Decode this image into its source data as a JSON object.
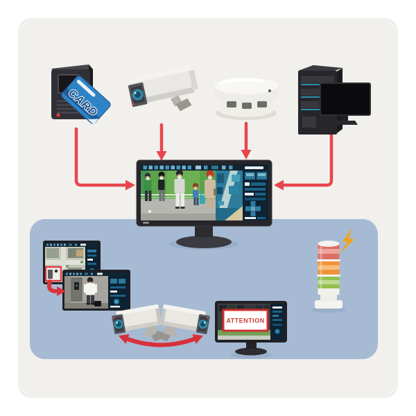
{
  "diagram": {
    "title_hint": "security-surveillance-system-diagram",
    "card_reader": {
      "card_label": "CARD"
    },
    "alert_monitor": {
      "popup_label": "ATTENTION"
    },
    "components": [
      {
        "id": "card-reader",
        "icon": "card-reader-icon"
      },
      {
        "id": "cctv-camera",
        "icon": "surveillance-camera-icon"
      },
      {
        "id": "smoke-detector",
        "icon": "smoke-detector-icon"
      },
      {
        "id": "server-with-monitor",
        "icon": "server-icon"
      },
      {
        "id": "main-surveillance-monitor",
        "icon": "monitor-icon"
      },
      {
        "id": "overview-monitor",
        "icon": "monitor-grid-icon"
      },
      {
        "id": "zoomed-monitor",
        "icon": "monitor-zoom-icon"
      },
      {
        "id": "panning-cameras",
        "icon": "pan-camera-icon"
      },
      {
        "id": "alert-monitor",
        "icon": "alert-monitor-icon"
      },
      {
        "id": "signal-tower",
        "icon": "stack-light-icon"
      },
      {
        "id": "lightning",
        "icon": "lightning-icon"
      }
    ]
  },
  "colors": {
    "background": "#f1f0ed",
    "panel_blue": "#a6bad3",
    "arrow_red": "#e8464e",
    "alert_border_red": "#ce2e2e",
    "alert_text_red": "#cd3a34",
    "card_blue": "#2e83c6",
    "screen_navy": "#0d2232",
    "tower_red": "#dc6f66",
    "tower_orange": "#f09338",
    "tower_green": "#94c050",
    "lightning_yellow": "#f2a31f"
  }
}
